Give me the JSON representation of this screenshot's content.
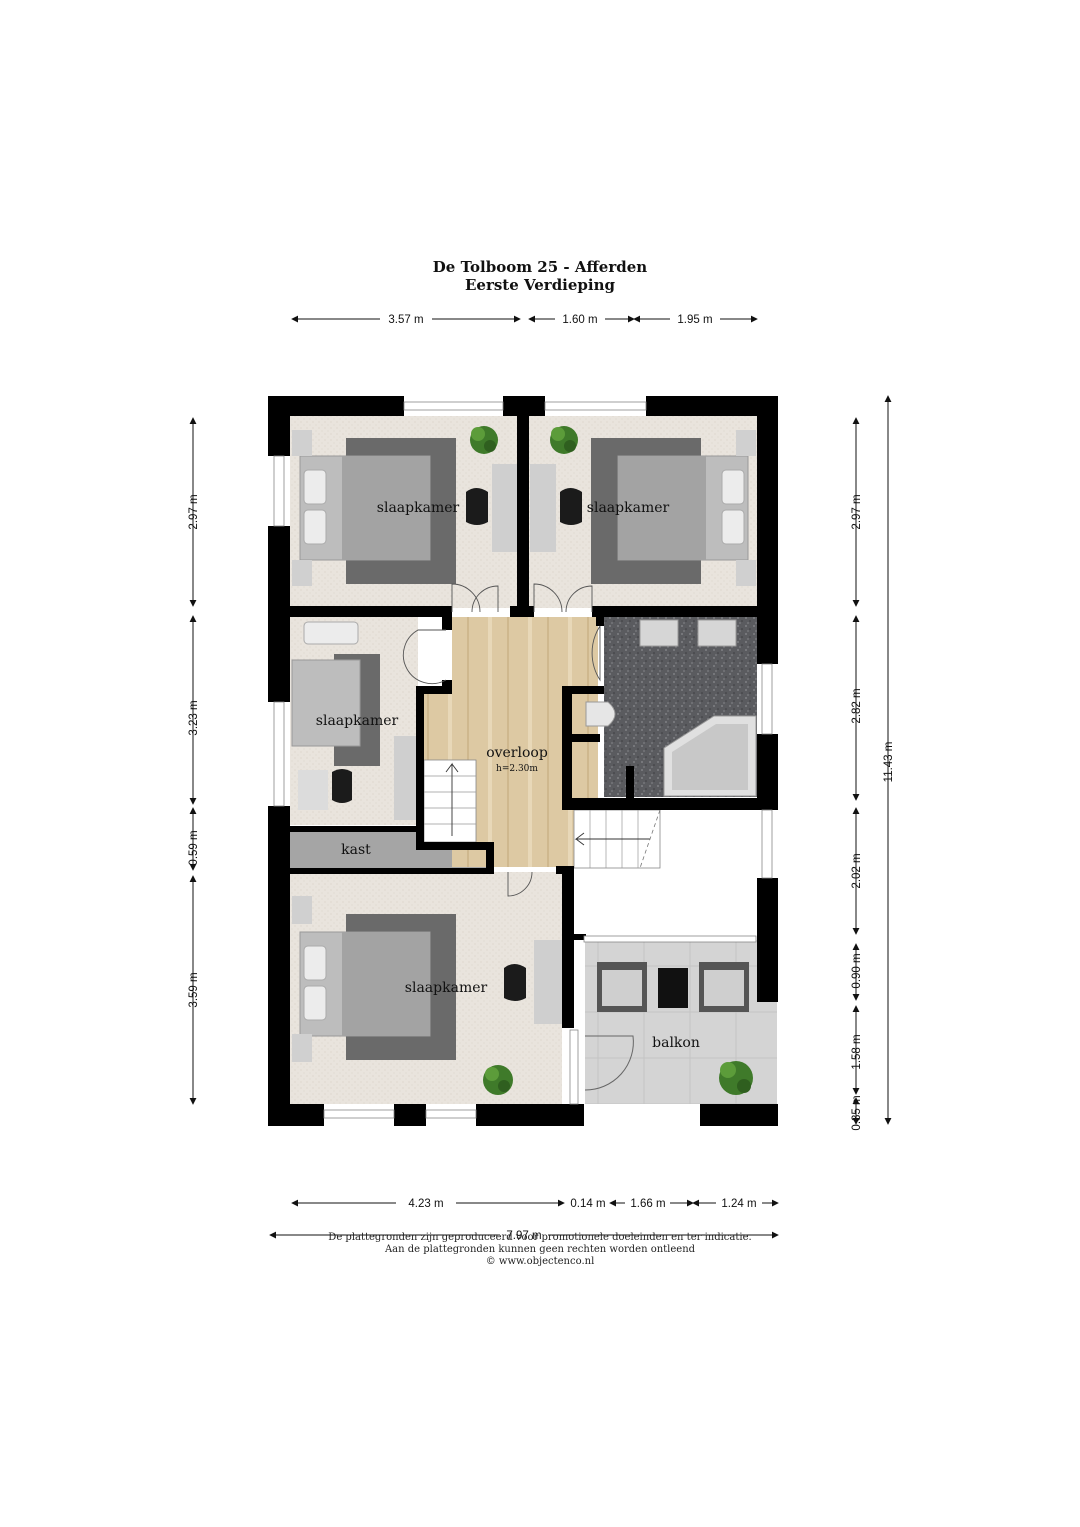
{
  "header": {
    "title": "De Tolboom 25 - Afferden",
    "subtitle": "Eerste Verdieping"
  },
  "dimensions": {
    "top": [
      "3.57 m",
      "1.60 m",
      "1.95 m"
    ],
    "bottom": [
      "4.23 m",
      "0.14 m",
      "1.66 m",
      "1.24 m"
    ],
    "total_width": "7.97 m",
    "left": [
      "2.97 m",
      "3.23 m",
      "0.59 m",
      "3.59 m"
    ],
    "right": [
      "2.97 m",
      "2.82 m",
      "2.02 m",
      "0.90 m",
      "1.58 m",
      "0.35 m"
    ],
    "total_height": "11.43 m"
  },
  "rooms": {
    "bedroom_top_left": "slaapkamer",
    "bedroom_top_right": "slaapkamer",
    "bedroom_middle_left": "slaapkamer",
    "closet": "kast",
    "landing": "overloop",
    "landing_height": "h=2.30m",
    "bedroom_bottom_left": "slaapkamer",
    "balcony": "balkon"
  },
  "footer": {
    "line1": "De plattegronden zijn geproduceerd voor promotionele doeleinden en ter indicatie.",
    "line2": "Aan de plattegronden kunnen geen rechten worden ontleend",
    "line3": "© www.objectenco.nl"
  },
  "colors": {
    "wall": "#000000",
    "carpet": "#e8e3dc",
    "wood": "#dcc9a4",
    "bath_floor": "#55565a",
    "balcony_floor": "#cfcfcf",
    "closet_floor": "#a6a6a6"
  }
}
